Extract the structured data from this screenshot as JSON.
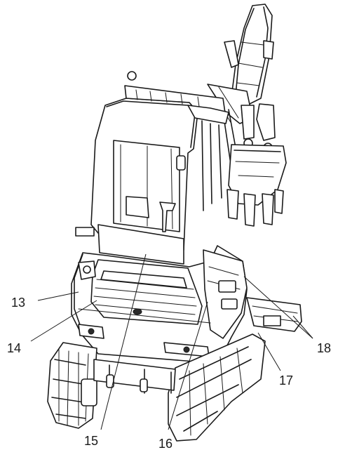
{
  "callouts": [
    {
      "id": "13",
      "label": "13"
    },
    {
      "id": "14",
      "label": "14"
    },
    {
      "id": "15",
      "label": "15"
    },
    {
      "id": "16",
      "label": "16"
    },
    {
      "id": "17",
      "label": "17"
    },
    {
      "id": "18",
      "label": "18"
    }
  ]
}
